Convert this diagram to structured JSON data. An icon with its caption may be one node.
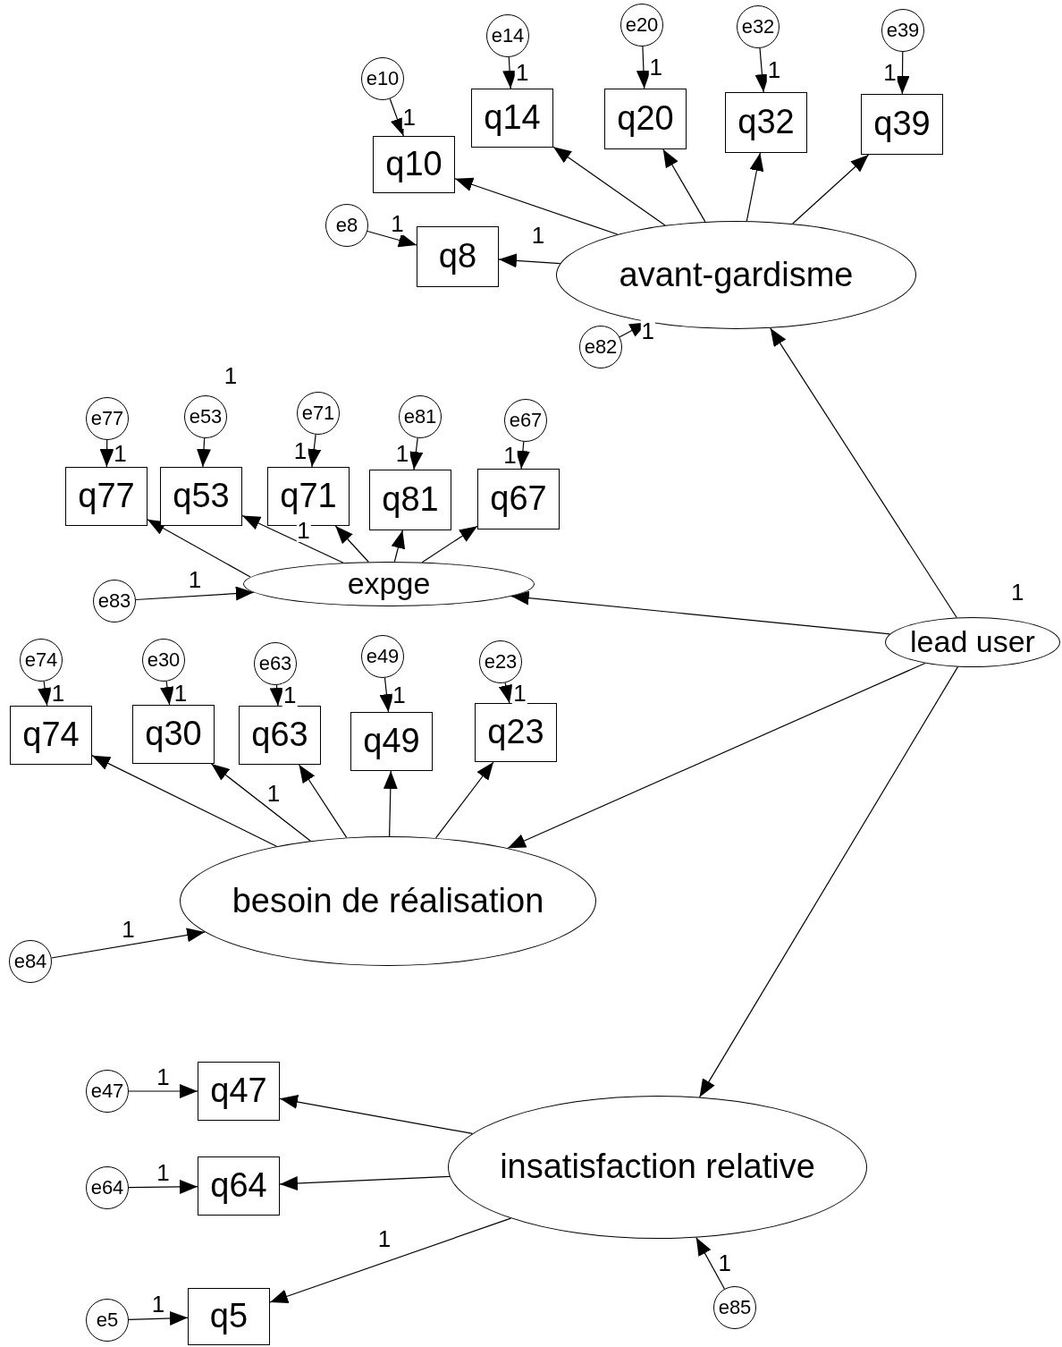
{
  "diagram": {
    "nodes": [
      {
        "text": [
          "e10"
        ]
      },
      {
        "text": [
          "e14"
        ]
      },
      {
        "text": [
          "e20"
        ]
      },
      {
        "text": [
          "e32"
        ]
      },
      {
        "text": [
          "e39"
        ]
      },
      {
        "text": [
          "q14"
        ]
      },
      {
        "text": [
          "q20"
        ]
      },
      {
        "text": [
          "q32"
        ]
      },
      {
        "text": [
          "q39"
        ]
      },
      {
        "text": [
          "q10"
        ]
      },
      {
        "text": [
          "e8"
        ]
      },
      {
        "text": [
          "q8"
        ]
      },
      {
        "text": [
          "avant-gardisme"
        ]
      },
      {
        "text": [
          "e82"
        ]
      },
      {
        "text": [
          "e77"
        ]
      },
      {
        "text": [
          "e53"
        ]
      },
      {
        "text": [
          "e71"
        ]
      },
      {
        "text": [
          "e81"
        ]
      },
      {
        "text": [
          "e67"
        ]
      },
      {
        "text": [
          "q77"
        ]
      },
      {
        "text": [
          "q53"
        ]
      },
      {
        "text": [
          "q71"
        ]
      },
      {
        "text": [
          "q81"
        ]
      },
      {
        "text": [
          "q67"
        ]
      },
      {
        "text": [
          "expge"
        ]
      },
      {
        "text": [
          "e83"
        ]
      },
      {
        "text": [
          "lead user"
        ],
        "beside": [
          "1"
        ]
      },
      {
        "text": [
          "e74"
        ]
      },
      {
        "text": [
          "e30"
        ]
      },
      {
        "text": [
          "e63"
        ]
      },
      {
        "text": [
          "e49"
        ]
      },
      {
        "text": [
          "e23"
        ]
      },
      {
        "text": [
          "q74"
        ]
      },
      {
        "text": [
          "q30"
        ]
      },
      {
        "text": [
          "q63"
        ]
      },
      {
        "text": [
          "q49"
        ]
      },
      {
        "text": [
          "q23"
        ]
      },
      {
        "text": [
          "besoin de réalisation"
        ]
      },
      {
        "text": [
          "e84"
        ]
      },
      {
        "text": [
          "e47"
        ]
      },
      {
        "text": [
          "q47"
        ]
      },
      {
        "text": [
          "e64"
        ]
      },
      {
        "text": [
          "q64"
        ]
      },
      {
        "text": [
          "insatisfaction relative"
        ]
      },
      {
        "text": [
          "e5"
        ]
      },
      {
        "text": [
          "q5"
        ]
      },
      {
        "text": [
          "e85"
        ]
      }
    ],
    "edges": [
      {
        "from": 0,
        "to": 9,
        "arrow": "to",
        "label": "1"
      },
      {
        "from": 1,
        "to": 5,
        "arrow": "to",
        "label": "1"
      },
      {
        "from": 2,
        "to": 6,
        "arrow": "to",
        "label": "1"
      },
      {
        "from": 3,
        "to": 7,
        "arrow": "to",
        "label": "1"
      },
      {
        "from": 4,
        "to": 8,
        "arrow": "to",
        "label": "1"
      },
      {
        "from": 10,
        "to": 11,
        "arrow": "to",
        "label": "1"
      },
      {
        "from": 13,
        "to": 12,
        "arrow": "to",
        "label": "1"
      },
      {
        "from": 12,
        "to": 9,
        "arrow": "to"
      },
      {
        "from": 12,
        "to": 5,
        "arrow": "to"
      },
      {
        "from": 12,
        "to": 6,
        "arrow": "to"
      },
      {
        "from": 12,
        "to": 7,
        "arrow": "to"
      },
      {
        "from": 12,
        "to": 8,
        "arrow": "to"
      },
      {
        "from": 12,
        "to": 11,
        "arrow": "to",
        "label": "1"
      },
      {
        "from": 26,
        "to": 12,
        "arrow": "to"
      },
      {
        "from": 14,
        "to": 19,
        "arrow": "to",
        "label": "1"
      },
      {
        "from": 15,
        "to": 20,
        "arrow": "to",
        "label": "1"
      },
      {
        "from": 16,
        "to": 21,
        "arrow": "to",
        "label": "1"
      },
      {
        "from": 17,
        "to": 22,
        "arrow": "to",
        "label": "1"
      },
      {
        "from": 18,
        "to": 23,
        "arrow": "to",
        "label": "1"
      },
      {
        "from": 24,
        "to": 19,
        "arrow": "to"
      },
      {
        "from": 24,
        "to": 20,
        "arrow": "to",
        "label": "1"
      },
      {
        "from": 24,
        "to": 21,
        "arrow": "to"
      },
      {
        "from": 24,
        "to": 22,
        "arrow": "to"
      },
      {
        "from": 24,
        "to": 23,
        "arrow": "to"
      },
      {
        "from": 25,
        "to": 24,
        "arrow": "to",
        "label": "1"
      },
      {
        "from": 26,
        "to": 24,
        "arrow": "to"
      },
      {
        "from": 27,
        "to": 32,
        "arrow": "to",
        "label": "1"
      },
      {
        "from": 28,
        "to": 33,
        "arrow": "to",
        "label": "1"
      },
      {
        "from": 29,
        "to": 34,
        "arrow": "to",
        "label": "1"
      },
      {
        "from": 30,
        "to": 35,
        "arrow": "to",
        "label": "1"
      },
      {
        "from": 31,
        "to": 36,
        "arrow": "to",
        "label": "1"
      },
      {
        "from": 37,
        "to": 32,
        "arrow": "to"
      },
      {
        "from": 37,
        "to": 33,
        "arrow": "to",
        "label": "1"
      },
      {
        "from": 37,
        "to": 34,
        "arrow": "to"
      },
      {
        "from": 37,
        "to": 35,
        "arrow": "to"
      },
      {
        "from": 37,
        "to": 36,
        "arrow": "to"
      },
      {
        "from": 38,
        "to": 37,
        "arrow": "to",
        "label": "1"
      },
      {
        "from": 26,
        "to": 37,
        "arrow": "to"
      },
      {
        "from": 26,
        "to": 43,
        "arrow": "to"
      },
      {
        "from": 43,
        "to": 40,
        "arrow": "to"
      },
      {
        "from": 43,
        "to": 42,
        "arrow": "to"
      },
      {
        "from": 43,
        "to": 45,
        "arrow": "to",
        "label": "1"
      },
      {
        "from": 39,
        "to": 40,
        "arrow": "to",
        "label": "1"
      },
      {
        "from": 41,
        "to": 42,
        "arrow": "to",
        "label": "1"
      },
      {
        "from": 44,
        "to": 45,
        "arrow": "to",
        "label": "1"
      },
      {
        "from": 46,
        "to": 43,
        "arrow": "to",
        "label": "1"
      }
    ]
  }
}
